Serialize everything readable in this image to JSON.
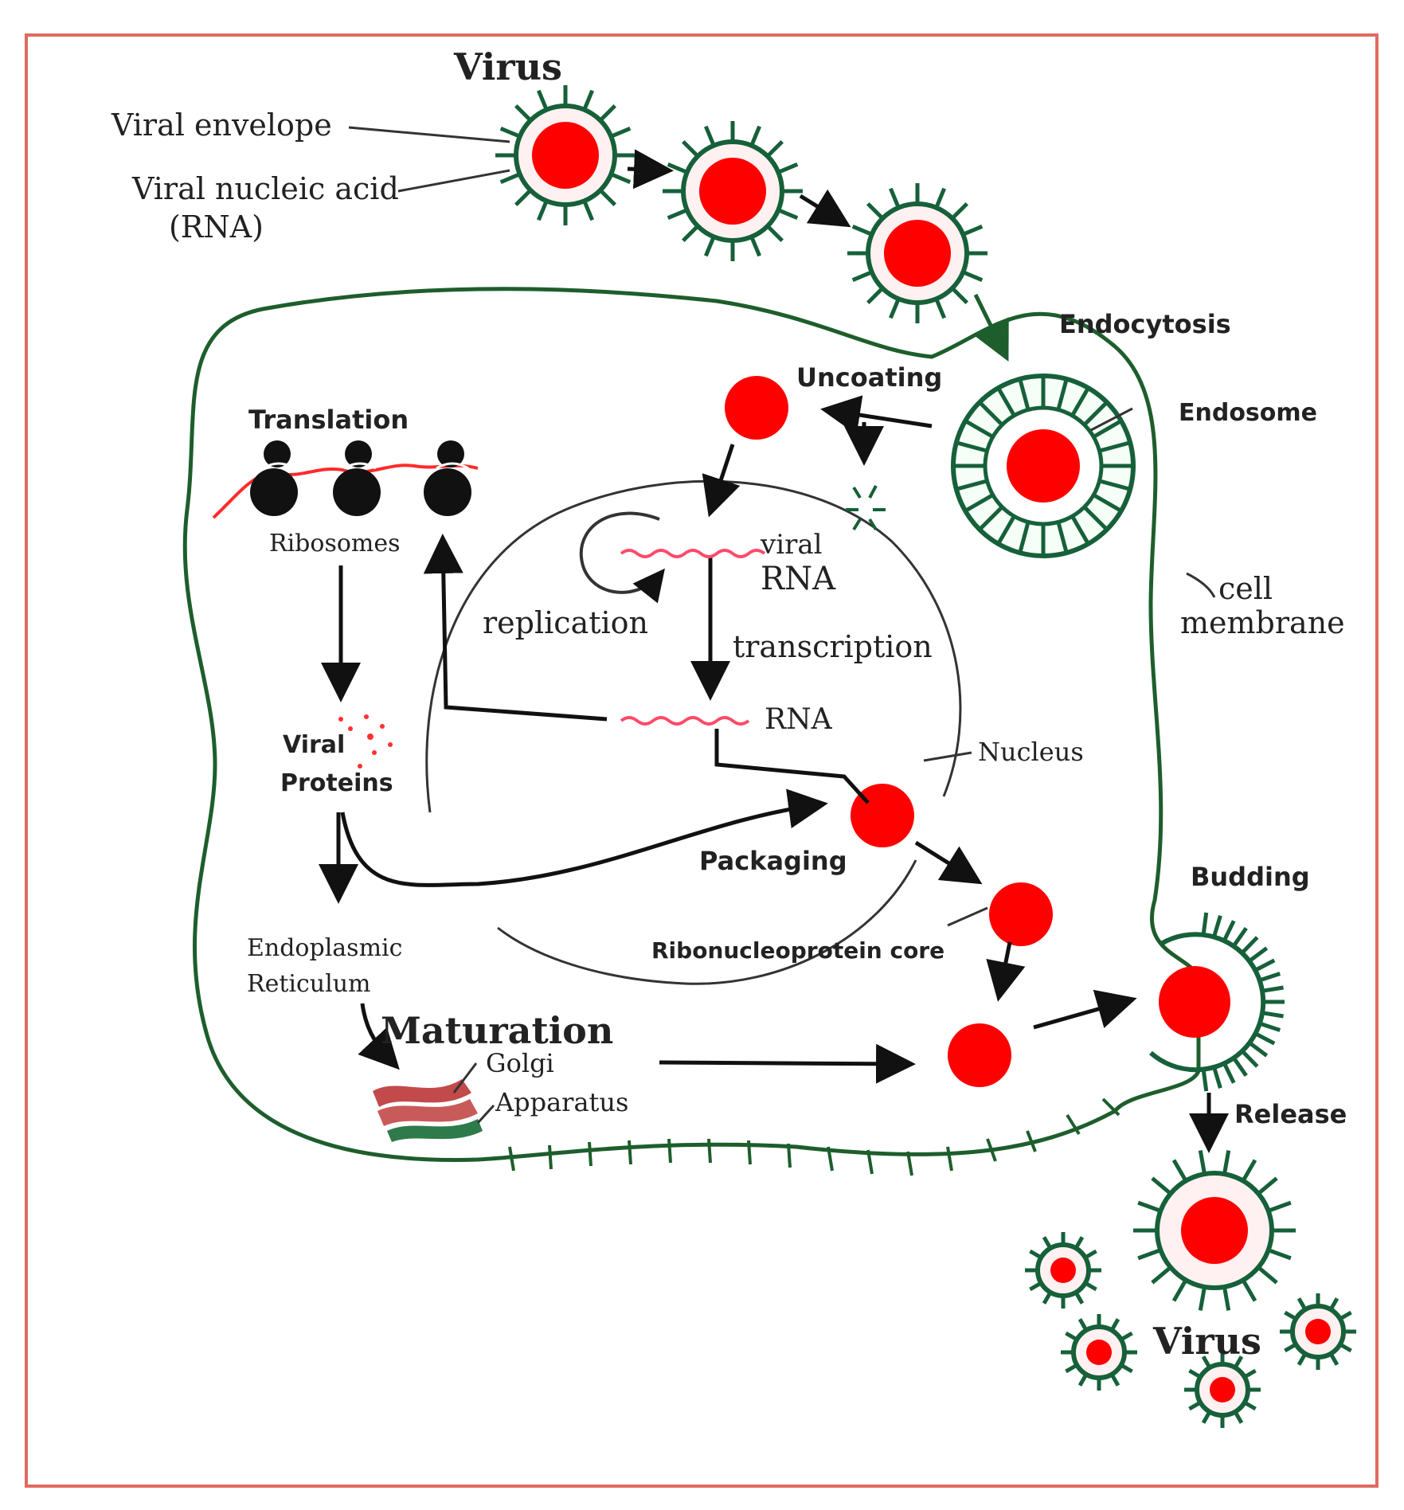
{
  "colors": {
    "frame": "#e06a60",
    "membrane": "#1d5e2c",
    "envelope": "#16603a",
    "capsid_fill": "#ff0000",
    "halo": "#fff1f1",
    "nucleus": "#333333",
    "arrow": "#111111",
    "rna": "#ff4a6a"
  },
  "labels": {
    "virus_top": "Virus",
    "viral_envelope": "Viral envelope",
    "viral_nucleic_acid": "Viral nucleic acid",
    "rna_paren": "(RNA)",
    "endocytosis": "Endocytosis",
    "uncoating": "Uncoating",
    "endosome": "Endosome",
    "translation": "Translation",
    "ribosomes": "Ribosomes",
    "viral_rna_1": "viral",
    "viral_rna_2": "RNA",
    "replication": "replication",
    "transcription": "transcription",
    "rna": "RNA",
    "cell_membrane_1": "cell",
    "cell_membrane_2": "membrane",
    "viral_proteins_1": "Viral",
    "viral_proteins_2": "Proteins",
    "nucleus": "Nucleus",
    "packaging": "Packaging",
    "budding": "Budding",
    "endoplasmic_1": "Endoplasmic",
    "endoplasmic_2": "Reticulum",
    "ribonucleoprotein": "Ribonucleoprotein core",
    "maturation": "Maturation",
    "golgi_1": "Golgi",
    "golgi_2": "Apparatus",
    "release": "Release",
    "virus_bottom": "Virus"
  }
}
